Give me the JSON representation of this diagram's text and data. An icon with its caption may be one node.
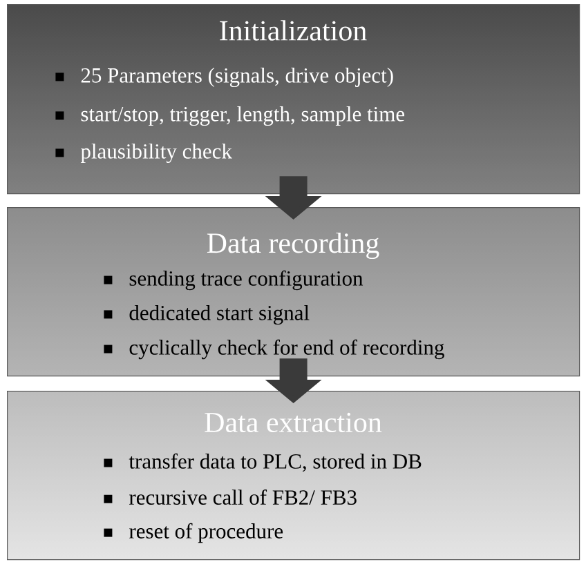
{
  "diagram": {
    "nodes": [
      {
        "text": [
          "Initialization",
          "25 Parameters (signals, drive object)",
          "start/stop, trigger, length, sample time",
          "plausibility check"
        ]
      },
      {
        "text": [
          "Data recording",
          "sending trace configuration",
          "dedicated start signal",
          "cyclically check for end of recording"
        ]
      },
      {
        "text": [
          "Data extraction",
          "transfer data to PLC, stored in DB",
          "recursive call of FB2/ FB3",
          "reset of procedure"
        ]
      }
    ],
    "edges": [
      {
        "from": 0,
        "to": 1,
        "arrow": "to"
      },
      {
        "from": 1,
        "to": 2,
        "arrow": "to"
      }
    ]
  }
}
